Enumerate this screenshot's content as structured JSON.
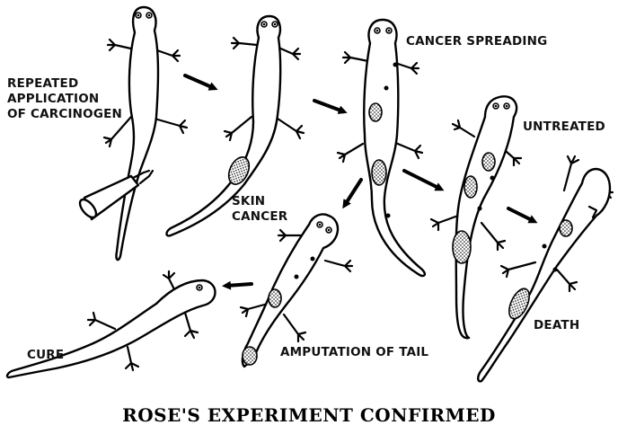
{
  "title": "ROSE'S EXPERIMENT CONFIRMED",
  "labels": {
    "repeated_line1": "REPEATED",
    "repeated_line2": "APPLICATION",
    "repeated_line3": "OF CARCINOGEN",
    "skin_cancer_line1": "SKIN",
    "skin_cancer_line2": "CANCER",
    "cancer_spreading": "CANCER SPREADING",
    "untreated": "UNTREATED",
    "death": "DEATH",
    "amputation": "AMPUTATION OF TAIL",
    "cure": "CURE"
  },
  "colors": {
    "ink": "#000000",
    "paper": "#ffffff"
  }
}
